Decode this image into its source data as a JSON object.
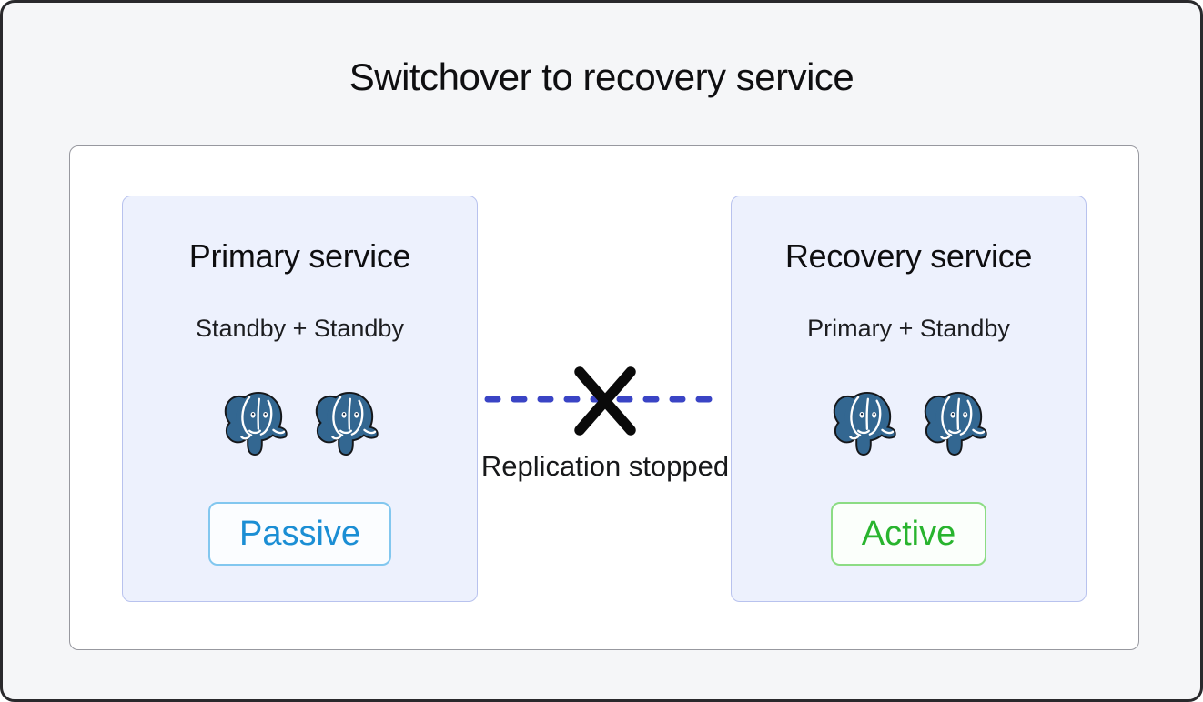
{
  "title": "Switchover to recovery service",
  "services": [
    {
      "title": "Primary service",
      "subtitle": "Standby + Standby",
      "status_label": "Passive",
      "status_text_color": "#1b8ed4",
      "status_border_color": "#82c7ef",
      "node_icons": [
        "postgresql-elephant",
        "postgresql-elephant"
      ]
    },
    {
      "title": "Recovery service",
      "subtitle": "Primary + Standby",
      "status_label": "Active",
      "status_text_color": "#28b42e",
      "status_border_color": "#8cdc84",
      "node_icons": [
        "postgresql-elephant",
        "postgresql-elephant"
      ]
    }
  ],
  "connection": {
    "label": "Replication stopped",
    "line_style": "dashed",
    "line_color": "#3a44c5",
    "cross_color": "#0a0a0a"
  },
  "colors": {
    "frame_bg": "#f5f6f8",
    "frame_border": "#29292c",
    "panel_bg": "#ffffff",
    "panel_border": "#97989f",
    "card_bg": "#edf1fd",
    "card_border": "#b8c2ee",
    "title_text": "#0f0f11",
    "postgres_blue": "#336791"
  }
}
